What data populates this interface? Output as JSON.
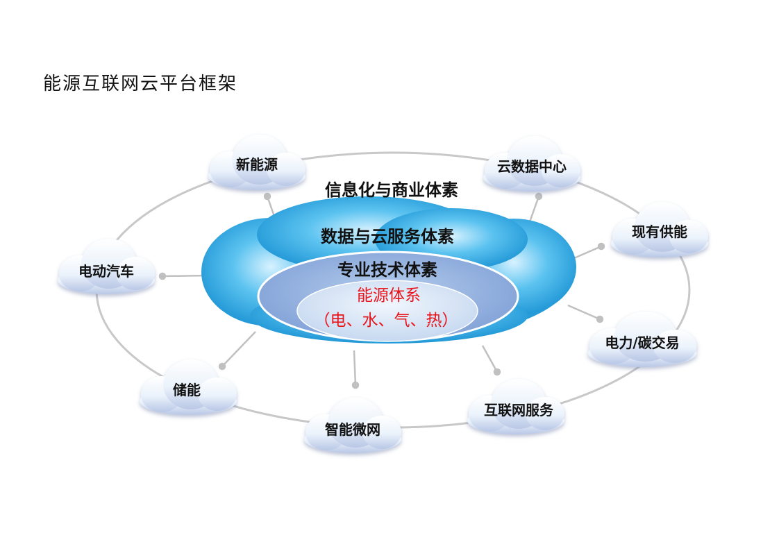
{
  "title": "能源互联网云平台框架",
  "center": {
    "info_business": "信息化与商业体素",
    "data_cloud": "数据与云服务体素",
    "professional_tech": "专业技术体素",
    "energy_system": "能源体系",
    "energy_types": "（电、水、气、热）"
  },
  "nodes": {
    "new_energy": "新能源",
    "cloud_data_center": "云数据中心",
    "existing_supply": "现有供能",
    "power_carbon_trading": "电力/碳交易",
    "internet_services": "互联网服务",
    "smart_microgrid": "智能微网",
    "energy_storage": "储能",
    "electric_vehicle": "电动汽车"
  },
  "colors": {
    "info_business": "#e8141b",
    "professional_tech": "#e8141b",
    "energy_system": "#e8141b",
    "data_cloud": "#111111",
    "cloud_blue": "#2aa6e0",
    "ring": "#c8c8c8"
  }
}
